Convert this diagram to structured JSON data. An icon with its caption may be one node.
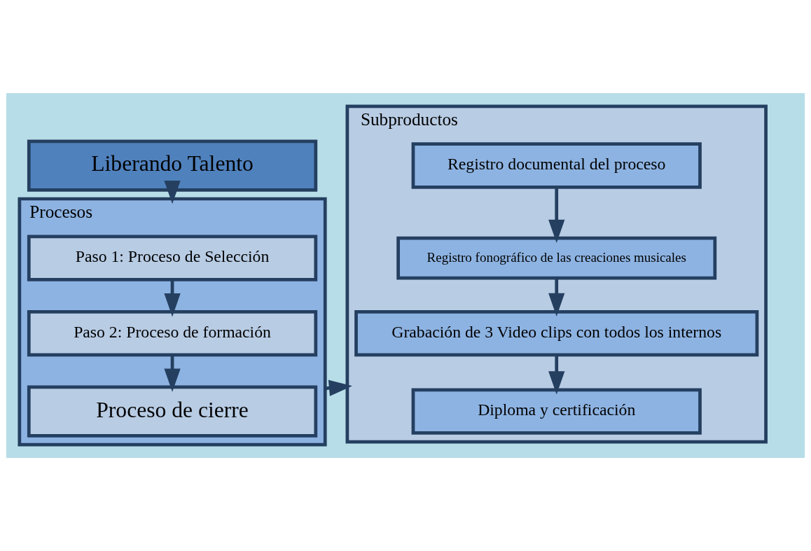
{
  "diagram": {
    "nodes": [
      {
        "text": [
          "Liberando Talento"
        ]
      },
      {
        "text": [
          "Procesos"
        ]
      },
      {
        "text": [
          "Paso 1: Proceso de Selección"
        ],
        "in": 1
      },
      {
        "text": [
          "Paso 2: Proceso de formación"
        ],
        "in": 1
      },
      {
        "text": [
          "Proceso de cierre"
        ],
        "in": 1
      },
      {
        "text": [
          "Subproductos"
        ]
      },
      {
        "text": [
          "Registro documental del proceso"
        ],
        "in": 5
      },
      {
        "text": [
          "Registro fonográfico de las creaciones musicales"
        ],
        "in": 5
      },
      {
        "text": [
          "Grabación de 3 Video clips con todos los internos"
        ],
        "in": 5
      },
      {
        "text": [
          "Diploma y certificación"
        ],
        "in": 5
      }
    ],
    "edges": [
      {
        "from": 0,
        "to": 1,
        "arrow": "to"
      },
      {
        "from": 2,
        "to": 3,
        "arrow": "to"
      },
      {
        "from": 3,
        "to": 4,
        "arrow": "to"
      },
      {
        "from": 1,
        "to": 5,
        "arrow": "to"
      },
      {
        "from": 6,
        "to": 7,
        "arrow": "to"
      },
      {
        "from": 7,
        "to": 8,
        "arrow": "to"
      },
      {
        "from": 8,
        "to": 9,
        "arrow": "to"
      }
    ]
  }
}
